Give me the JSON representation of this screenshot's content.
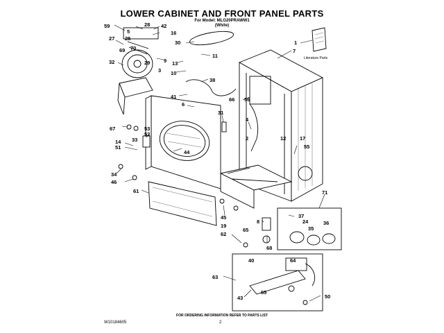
{
  "title": "LOWER CABINET AND FRONT PANEL PARTS",
  "model_line": "For Model: MLG20PRAWW1",
  "variant": "(White)",
  "literature_label": "Literature Parts",
  "footer_note": "FOR ORDERING INFORMATION REFER TO PARTS LIST",
  "doc_id": "W10184605",
  "page_number": "2",
  "callouts": {
    "c59": "59",
    "c5": "5",
    "c28": "28",
    "c42": "42",
    "c25": "25",
    "c16": "16",
    "c27": "27",
    "c70": "70",
    "c69": "69",
    "c30": "30",
    "c1": "1",
    "c7": "7",
    "c11": "11",
    "c9": "9",
    "c13": "13",
    "c29": "29",
    "c32": "32",
    "c3": "3",
    "c10": "10",
    "c38": "38",
    "c66": "66",
    "c56": "56",
    "c41": "41",
    "c6": "6",
    "c31": "31",
    "c4": "4",
    "c2": "2",
    "c67": "67",
    "c53": "53",
    "c52": "52",
    "c12": "12",
    "c17": "17",
    "c14": "14",
    "c33": "33",
    "c55": "55",
    "c51": "51",
    "c44": "44",
    "c34": "34",
    "c46": "46",
    "c61": "61",
    "c71": "71",
    "c45": "45",
    "c8": "8",
    "c37": "37",
    "c24": "24",
    "c36": "36",
    "c19": "19",
    "c35": "35",
    "c65a": "65",
    "c62": "62",
    "c68": "68",
    "c40": "40",
    "c64": "64",
    "c63": "63",
    "c43": "43",
    "c65b": "65",
    "c50": "50"
  }
}
